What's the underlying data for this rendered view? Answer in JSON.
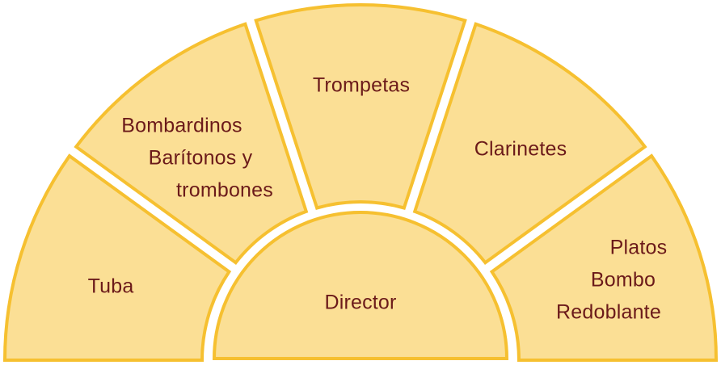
{
  "title": "Band seating arrangement",
  "colors": {
    "fill": "#FBDF95",
    "stroke": "#F6C030",
    "text": "#6B1A1A",
    "gap": "#FFFFFF"
  },
  "sections": [
    {
      "id": "tuba",
      "lines": [
        "Tuba"
      ]
    },
    {
      "id": "bombardinos",
      "lines": [
        "Bombardinos",
        "Barítonos y",
        "trombones"
      ]
    },
    {
      "id": "trompetas",
      "lines": [
        "Trompetas"
      ]
    },
    {
      "id": "clarinetes",
      "lines": [
        "Clarinetes"
      ]
    },
    {
      "id": "percusion",
      "lines": [
        "Platos",
        "Bombo",
        "Redoblante"
      ]
    }
  ],
  "center": {
    "label": "Director"
  }
}
